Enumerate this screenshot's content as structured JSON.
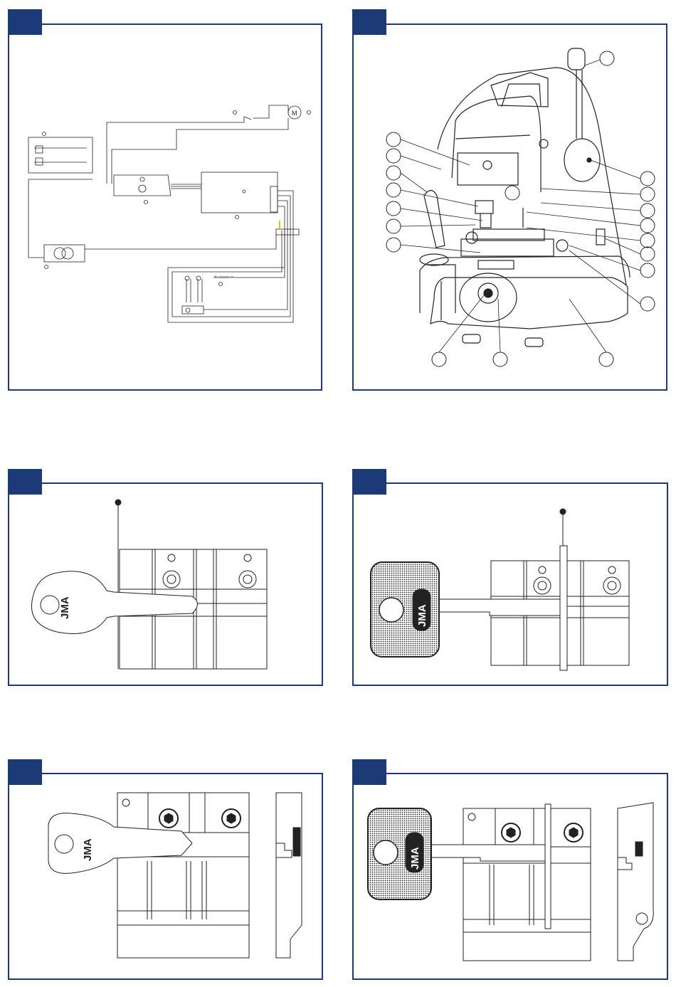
{
  "page": {
    "background": "#ffffff",
    "accent_color": "#1c3a78",
    "line_color": "#222222"
  },
  "figures": [
    {
      "id": "wiring-diagram",
      "motor_label": "M"
    },
    {
      "id": "machine-overview",
      "callout_count": 18
    },
    {
      "id": "clamp-flat-key",
      "key_brand": "JMA"
    },
    {
      "id": "clamp-head-key",
      "key_brand": "JMA"
    },
    {
      "id": "clamp-flat-key-side",
      "key_brand": "JMA"
    },
    {
      "id": "clamp-head-key-side",
      "key_brand": "JMA"
    }
  ]
}
